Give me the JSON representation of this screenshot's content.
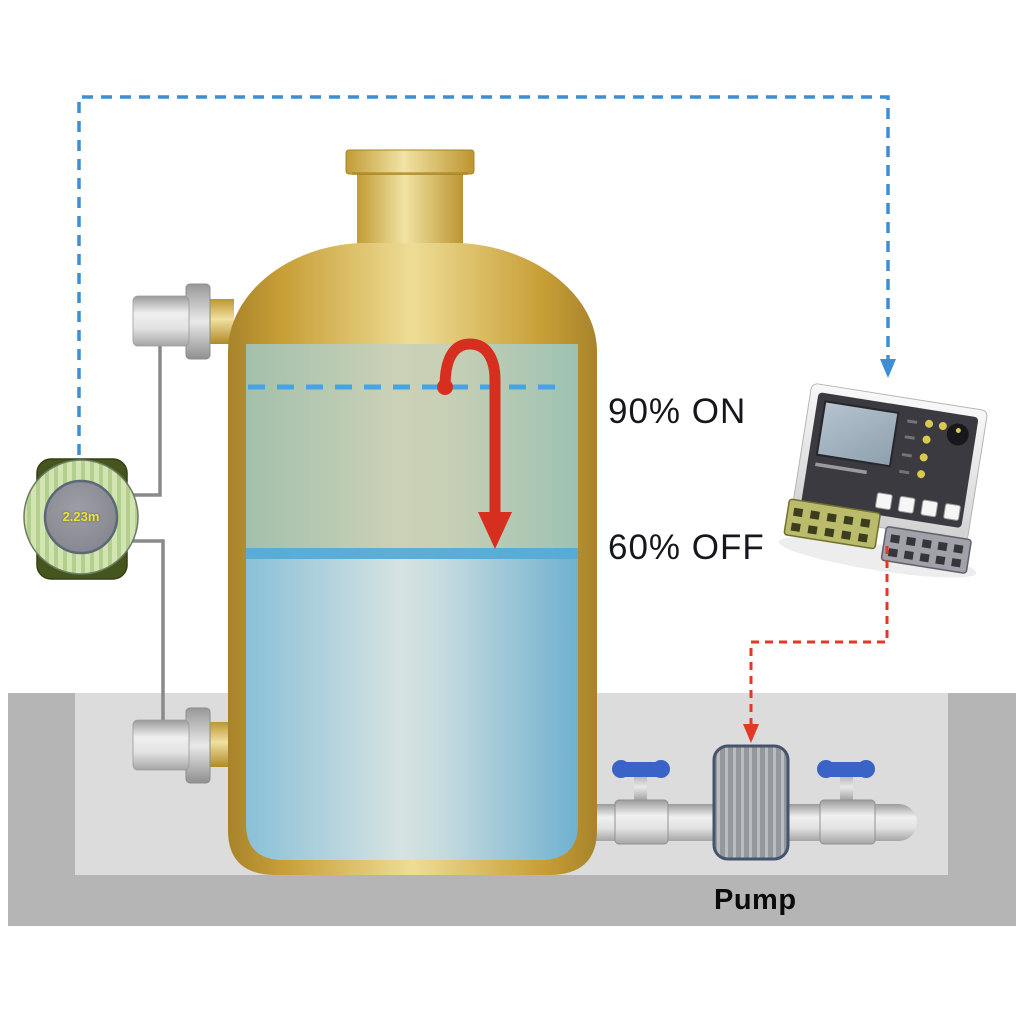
{
  "diagram": {
    "kind": "tank-level-pump-control",
    "setpoints": [
      {
        "level_percent": 90,
        "action": "ON",
        "label": "90% ON"
      },
      {
        "level_percent": 60,
        "action": "OFF",
        "label": "60% OFF"
      }
    ],
    "sensor": {
      "reading": "2.23m",
      "reading_value_m": 2.23
    },
    "pump": {
      "label": "Pump"
    },
    "connections": [
      {
        "from": "level-sensor",
        "to": "controller",
        "style": "blue-dashed"
      },
      {
        "from": "controller",
        "to": "pump",
        "style": "red-dashed"
      }
    ]
  },
  "labels": {
    "level_on": "90% ON",
    "level_off": "60% OFF",
    "pump": "Pump",
    "sensor_reading": "2.23m"
  },
  "colors": {
    "background": "#ffffff",
    "tank_gold_dark": "#a8832a",
    "tank_gold_light": "#eedd96",
    "water_upper_sage": "#a2c0ac",
    "water_lower_blue": "#8ac0d8",
    "water_surface_blue": "#55abd6",
    "signal_blue": "#3d8ed2",
    "command_red": "#e23826",
    "arrow_red": "#d62f1f",
    "sensor_body_green": "#46551d",
    "sensor_ring_green": "#d2e4b2",
    "base_gray_light": "#dcdcdc",
    "base_gray_dark": "#b5b5b5",
    "pipe_gray": "#c9c9c9",
    "valve_handle_blue": "#3a63c8",
    "pump_border_blue": "#46536e",
    "label_text": "#16161e"
  }
}
